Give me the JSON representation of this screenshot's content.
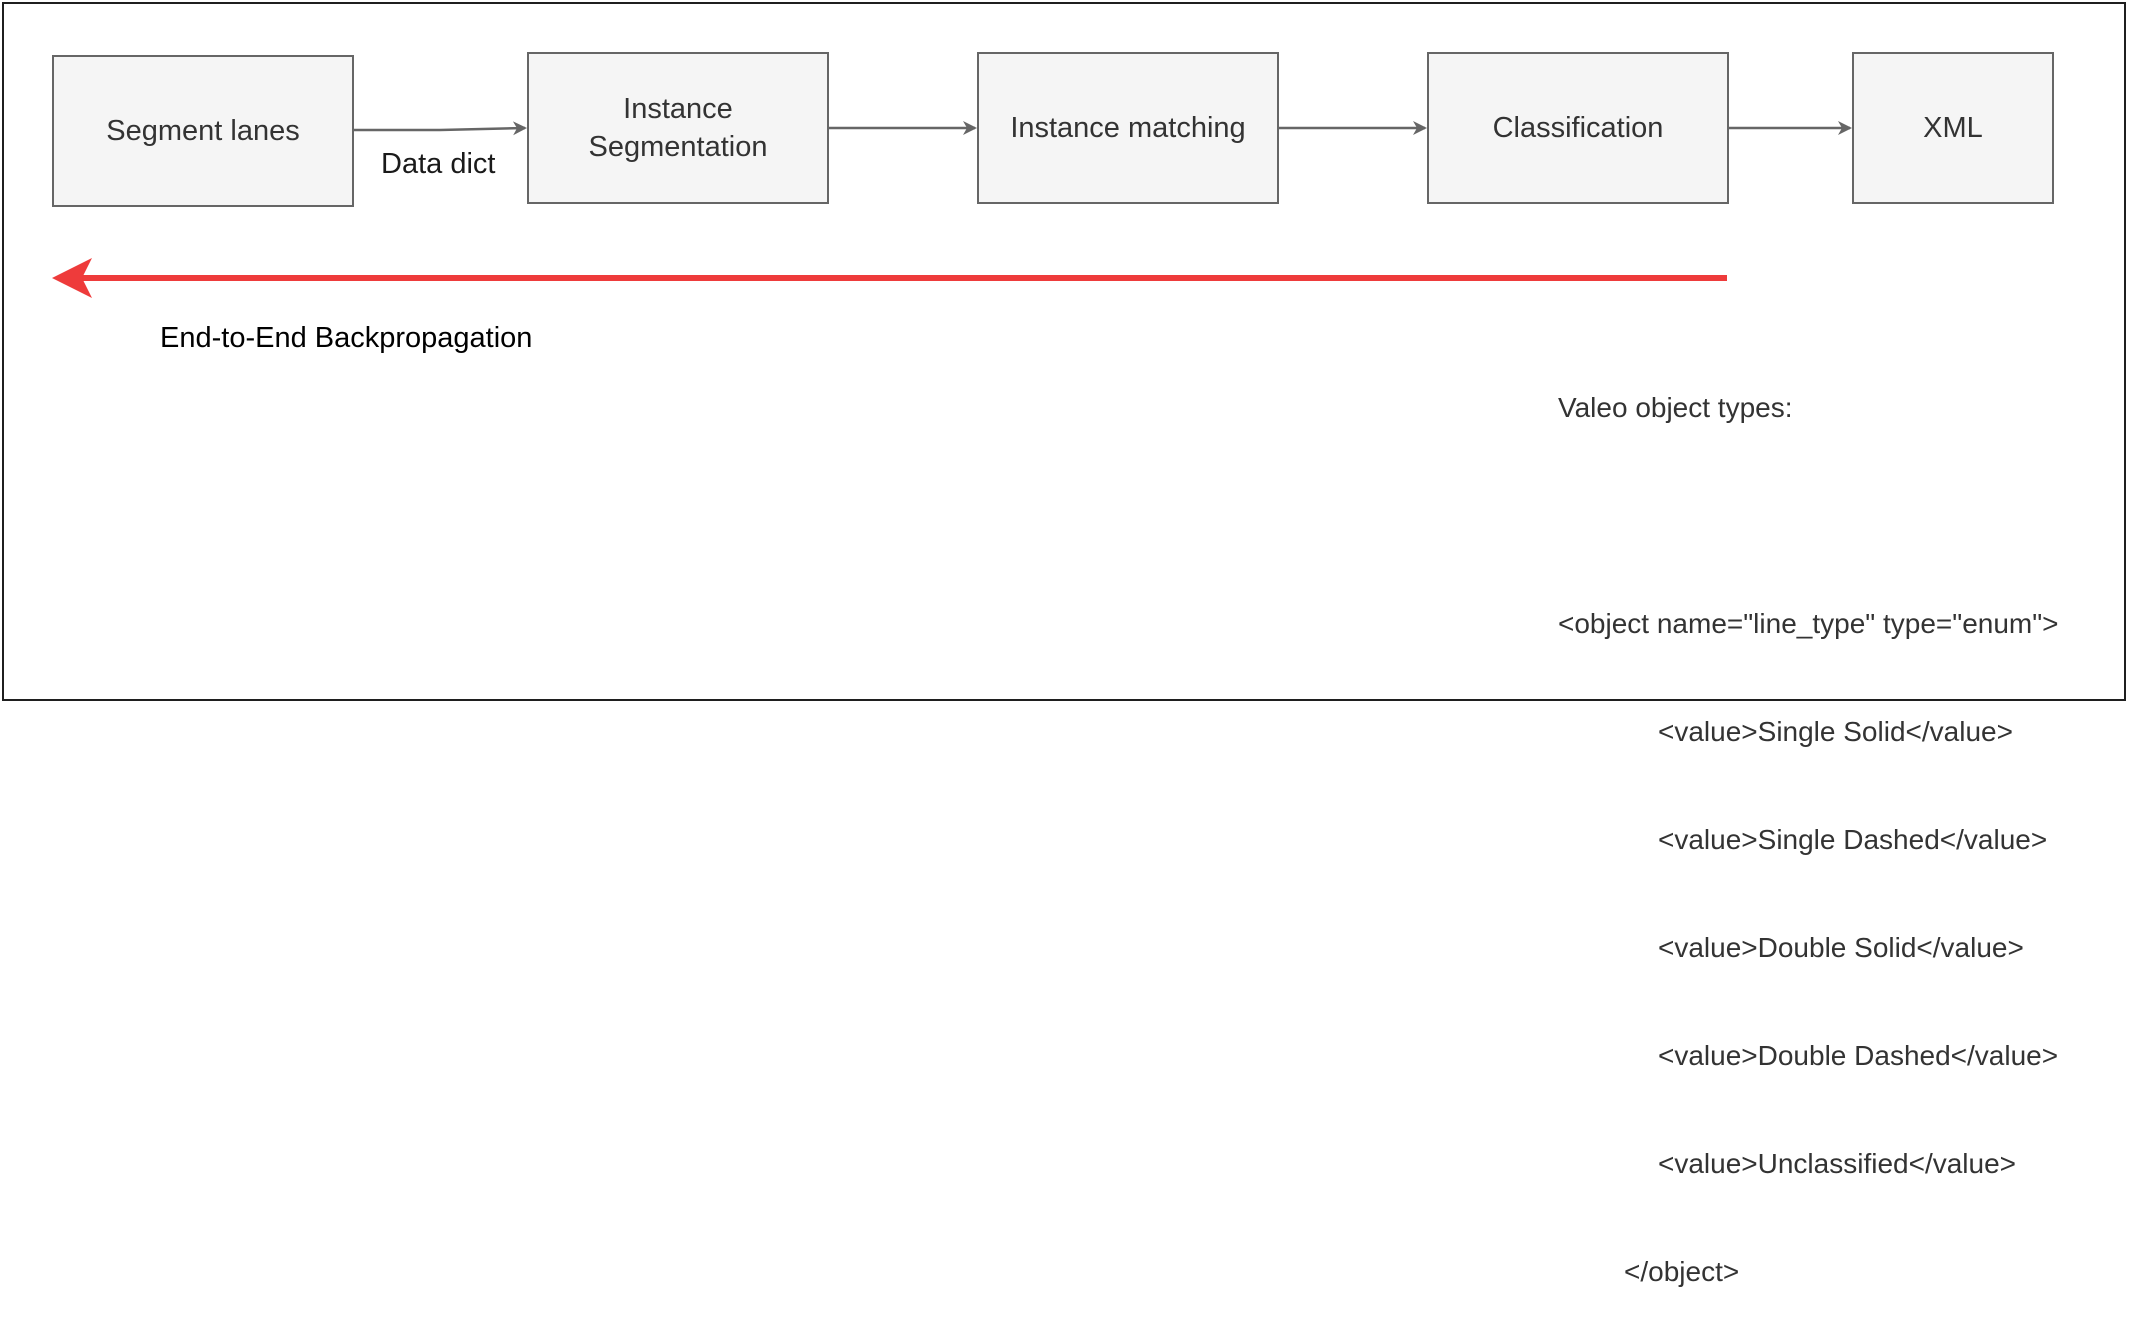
{
  "diagram": {
    "nodes": [
      {
        "id": "segment-lanes",
        "label": "Segment lanes"
      },
      {
        "id": "instance-segmentation",
        "label": "Instance\nSegmentation"
      },
      {
        "id": "instance-matching",
        "label": "Instance matching"
      },
      {
        "id": "classification",
        "label": "Classification"
      },
      {
        "id": "xml",
        "label": "XML"
      }
    ],
    "edges": [
      {
        "from": "segment-lanes",
        "to": "instance-segmentation",
        "label": "Data dict"
      },
      {
        "from": "instance-segmentation",
        "to": "instance-matching",
        "label": ""
      },
      {
        "from": "instance-matching",
        "to": "classification",
        "label": ""
      },
      {
        "from": "classification",
        "to": "xml",
        "label": ""
      }
    ],
    "backprop": {
      "label": "End-to-End Backpropagation",
      "color": "#ee3b3b"
    },
    "object_types": {
      "title": "Valeo object types:",
      "open_tag": "<object name=\"line_type\" type=\"enum\">",
      "values": [
        "<value>Single Solid</value>",
        "<value>Single Dashed</value>",
        "<value>Double Solid</value>",
        "<value>Double Dashed</value>",
        "<value>Unclassified</value>"
      ],
      "close_tag": "</object>"
    }
  },
  "colors": {
    "node_fill": "#f5f5f5",
    "node_border": "#666666",
    "arrow": "#666666",
    "backprop_arrow": "#ee3b3b"
  }
}
